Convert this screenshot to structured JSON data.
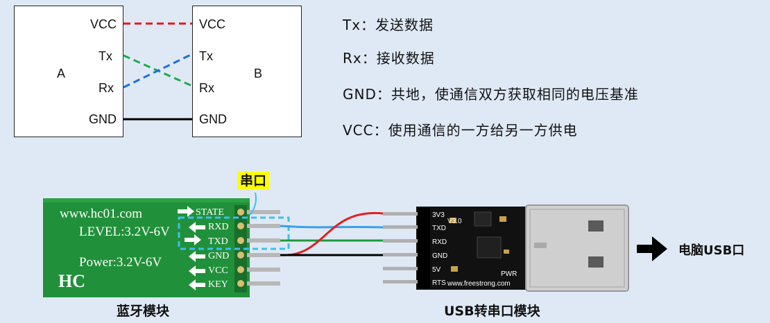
{
  "top_diagram": {
    "device_a": "A",
    "device_b": "B",
    "a_pins": [
      "VCC",
      "Tx",
      "Rx",
      "GND"
    ],
    "b_pins": [
      "VCC",
      "Tx",
      "Rx",
      "GND"
    ],
    "colors": {
      "vcc": "#e81818",
      "tx": "#1eaa4a",
      "rx": "#1c6fe0",
      "gnd": "#000000"
    }
  },
  "descriptions": [
    "Tx：发送数据",
    "Rx：接收数据",
    "GND：共地，使通信双方获取相同的电压基准",
    "VCC：使用通信的一方给另一方供电"
  ],
  "serial_tag": "串口",
  "bt_module": {
    "caption": "蓝牙模块",
    "url": "www.hc01.com",
    "level": "LEVEL:3.2V-6V",
    "power": "Power:3.2V-6V",
    "logo": "HC",
    "pins": [
      "STATE",
      "RXD",
      "TXD",
      "GND",
      "VCC",
      "KEY"
    ],
    "board_color": "#21903a"
  },
  "usb_module": {
    "caption": "USB转串口模块",
    "pins": [
      "3V3",
      "TXD",
      "RXD",
      "GND",
      "5V",
      "RTS"
    ],
    "version": "V3.0",
    "pwr": "PWR",
    "url": "www.freestrong.com",
    "board_color": "#111111"
  },
  "pc_label": "电脑USB口",
  "wire_colors": {
    "red": "#e02020",
    "blue": "#3aa0e8",
    "green": "#1c9a3a",
    "black": "#000000"
  }
}
